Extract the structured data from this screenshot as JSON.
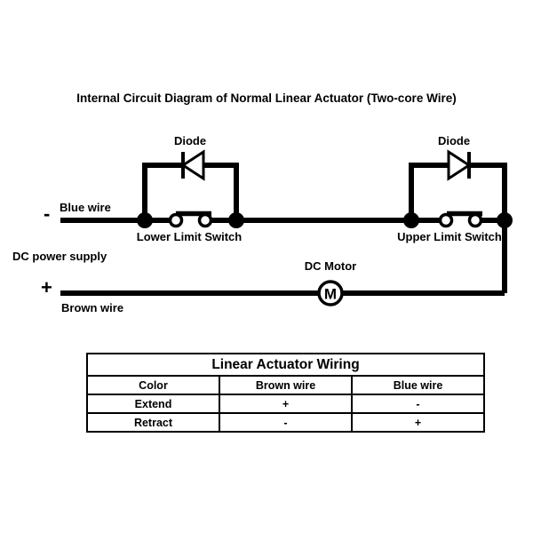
{
  "title": "Internal Circuit Diagram of Normal Linear Actuator (Two-core Wire)",
  "colors": {
    "ink": "#000000",
    "background": "#ffffff"
  },
  "diagram": {
    "left_diode_label": "Diode",
    "right_diode_label": "Diode",
    "blue_wire_label": "Blue wire",
    "minus_label": "-",
    "plus_label": "+",
    "lower_limit_switch_label": "Lower Limit Switch",
    "upper_limit_switch_label": "Upper Limit Switch",
    "dc_power_supply_label": "DC power supply",
    "dc_motor_label": "DC Motor",
    "motor_symbol": "M",
    "brown_wire_label": "Brown wire"
  },
  "table": {
    "title": "Linear Actuator Wiring",
    "headers": [
      "Color",
      "Brown wire",
      "Blue wire"
    ],
    "rows": [
      {
        "label": "Extend",
        "brown": "+",
        "blue": "-"
      },
      {
        "label": "Retract",
        "brown": "-",
        "blue": "+"
      }
    ]
  }
}
